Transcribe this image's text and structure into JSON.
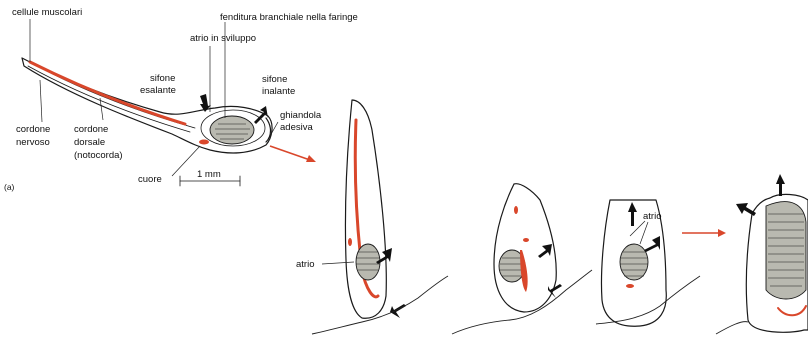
{
  "labels": {
    "cellule_muscolari": "cellule muscolari",
    "fenditura": "fenditura branchiale nella faringe",
    "atrio_sviluppo": "atrio in sviluppo",
    "sifone_esalante": [
      "sifone",
      "esalante"
    ],
    "sifone_inalante": [
      "sifone",
      "inalante"
    ],
    "ghiandola_adesiva": [
      "ghiandola",
      "adesiva"
    ],
    "cordone_nervoso": [
      "cordone",
      "nervoso"
    ],
    "cordone_dorsale": [
      "cordone",
      "dorsale",
      "(notocorda)"
    ],
    "cuore": "cuore",
    "scale": "1 mm",
    "panel_a": "(a)",
    "atrio_1": "atrio",
    "atrio_2": "atrio"
  },
  "colors": {
    "notochord": "#d9472b",
    "pharynx": "#b9b9b0",
    "outline": "#1a1a1a",
    "arrow": "#d9472b"
  }
}
